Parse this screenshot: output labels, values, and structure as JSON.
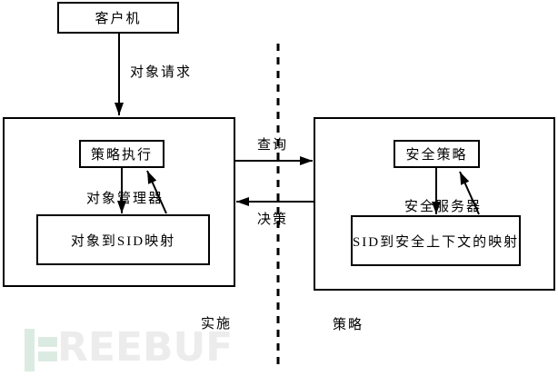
{
  "diagram": {
    "nodes": {
      "client": "客户机",
      "policy_enforcement": "策略执行",
      "object_to_sid_mapping": "对象到SID映射",
      "security_policy": "安全策略",
      "sid_to_context_mapping": "SID到安全上下文的映射"
    },
    "edge_labels": {
      "object_request": "对象请求",
      "object_manager": "对象管理器",
      "security_server": "安全服务器",
      "query": "查询",
      "decision": "决策"
    },
    "region_labels": {
      "left": "实施",
      "right": "策略"
    },
    "colors": {
      "line": "#000000",
      "background": "#ffffff"
    }
  },
  "watermark": {
    "brand": "FREEBUF",
    "visible_text": "REEBUF",
    "green": "#dcebe2",
    "gray": "#ececec"
  }
}
